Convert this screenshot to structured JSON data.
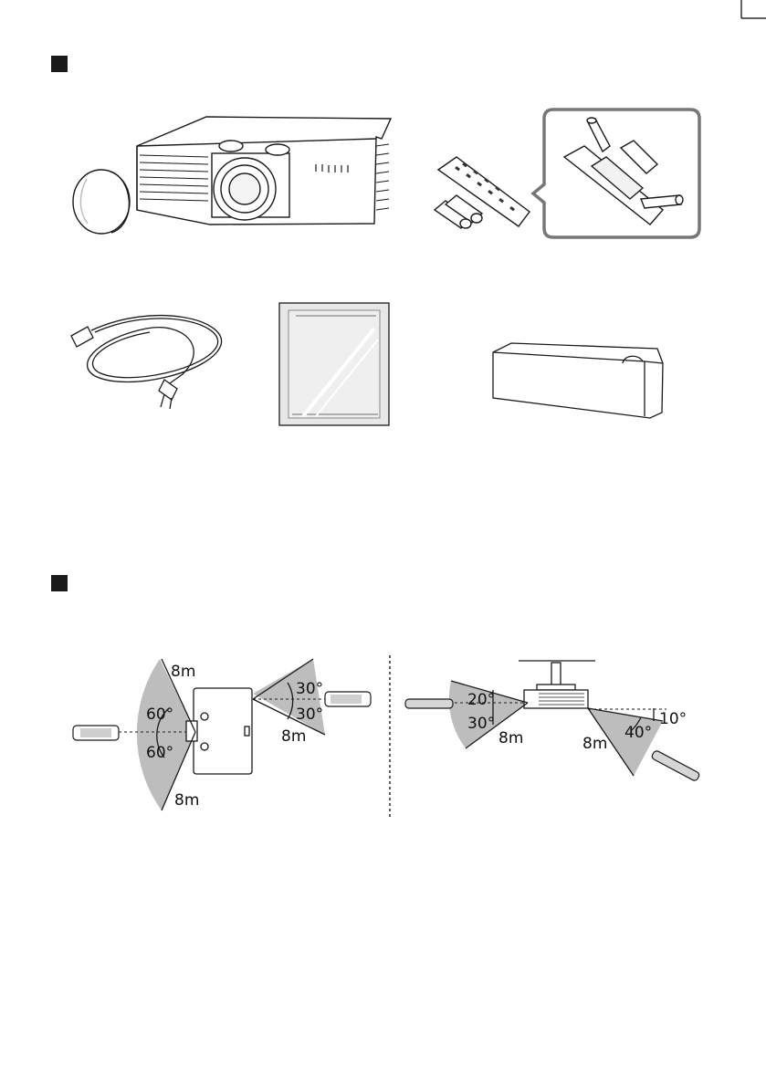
{
  "sections": [
    {
      "id": "contents"
    },
    {
      "id": "remote-range"
    }
  ],
  "remote_range": {
    "top_view": {
      "distance_top": "8m",
      "distance_bottom": "8m",
      "distance_right": "8m",
      "angle_front_upper": "60°",
      "angle_front_lower": "60°",
      "angle_rear_upper": "30°",
      "angle_rear_lower": "30°"
    },
    "side_view": {
      "angle_front_upper": "20°",
      "angle_front_lower": "30°",
      "distance_front": "8m",
      "distance_rear": "8m",
      "angle_rear_tilt": "10°",
      "angle_rear_spread": "40°"
    }
  },
  "colors": {
    "sector_fill": "#bdbdbd",
    "line": "#1a1a1a",
    "marker": "#1a1a1a"
  }
}
